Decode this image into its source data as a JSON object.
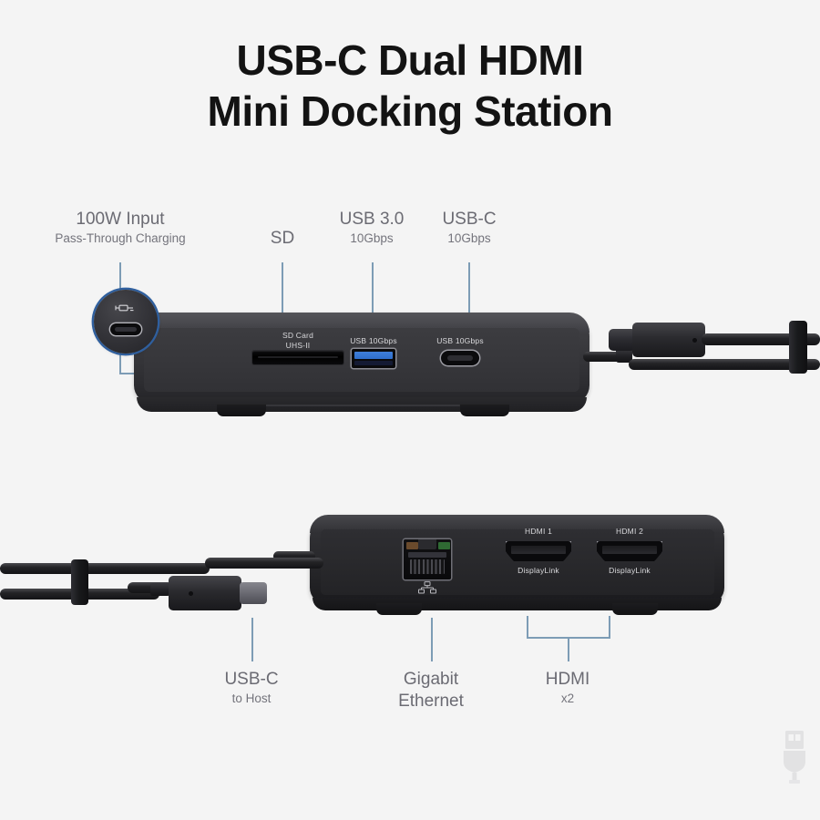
{
  "title": {
    "line1": "USB-C Dual HDMI",
    "line2": "Mini Docking Station"
  },
  "background_color": "#f4f4f4",
  "accent_color": "#7d9cb5",
  "callout_ring_color": "#2f5f9e",
  "label_color": "#6b6b73",
  "top_callouts": [
    {
      "name": "power-input",
      "big": "100W Input",
      "small": "Pass-Through Charging"
    },
    {
      "name": "sd",
      "big": "SD",
      "small": ""
    },
    {
      "name": "usb3",
      "big": "USB 3.0",
      "small": "10Gbps"
    },
    {
      "name": "usbc",
      "big": "USB-C",
      "small": "10Gbps"
    }
  ],
  "bottom_callouts": [
    {
      "name": "usbc-host",
      "big": "USB-C",
      "small": "to Host"
    },
    {
      "name": "ethernet",
      "big": "Gigabit",
      "big2": "Ethernet",
      "small": ""
    },
    {
      "name": "hdmi",
      "big": "HDMI",
      "small": "x2"
    }
  ],
  "top_device": {
    "ports": [
      {
        "name": "sd-card-slot",
        "label_line1": "SD Card",
        "label_line2": "UHS-II"
      },
      {
        "name": "usb-a-port",
        "label_line1": "USB 10Gbps",
        "label_line2": ""
      },
      {
        "name": "usb-c-port",
        "label_line1": "USB 10Gbps",
        "label_line2": ""
      }
    ]
  },
  "bottom_device": {
    "ports": [
      {
        "name": "ethernet-port",
        "label_line1": "",
        "label_line2": ""
      },
      {
        "name": "hdmi-1-port",
        "label_line1": "HDMI 1",
        "label_line2": "DisplayLink"
      },
      {
        "name": "hdmi-2-port",
        "label_line1": "HDMI 2",
        "label_line2": "DisplayLink"
      }
    ]
  },
  "magnifier": {
    "name": "power-input-magnifier",
    "icon": "power-plug-icon",
    "port": "usb-c-power-port"
  },
  "watermark": {
    "icon": "usb-plug-icon"
  }
}
